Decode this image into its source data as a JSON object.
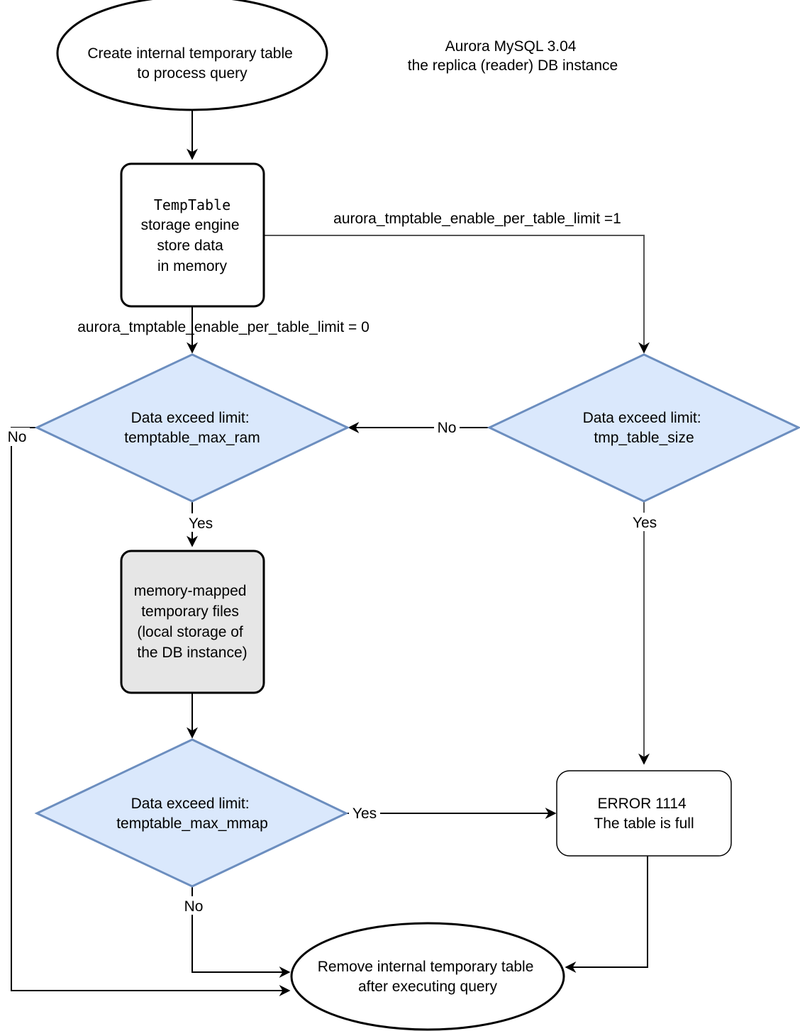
{
  "header": {
    "line1": "Aurora MySQL 3.04",
    "line2": "the replica (reader) DB instance"
  },
  "nodes": {
    "start": [
      "Create internal temporary table",
      "to process query"
    ],
    "temptable": {
      "code": "TempTable",
      "lines": [
        "storage engine",
        "store data",
        "in memory"
      ]
    },
    "decision_ram": [
      "Data exceed limit:",
      "temptable_max_ram"
    ],
    "decision_tmp": [
      "Data exceed limit:",
      "tmp_table_size"
    ],
    "mmap_files": [
      "memory-mapped",
      "temporary files",
      "(local storage of",
      "the DB instance)"
    ],
    "decision_mmap": [
      "Data exceed limit:",
      "temptable_max_mmap"
    ],
    "error": [
      "ERROR 1114",
      "The table is full"
    ],
    "end": [
      "Remove internal temporary table",
      "after executing query"
    ]
  },
  "edges": {
    "limit_1": "aurora_tmptable_enable_per_table_limit =1",
    "limit_0": "aurora_tmptable_enable_per_table_limit = 0",
    "tmp_no": "No",
    "tmp_yes": "Yes",
    "ram_no": "No",
    "ram_yes": "Yes",
    "mmap_yes": "Yes",
    "mmap_no": "No"
  }
}
